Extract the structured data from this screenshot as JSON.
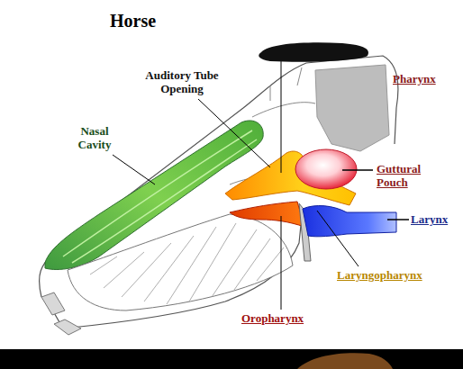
{
  "diagram": {
    "title": "Horse",
    "labels": [
      "Auditory Tube Opening",
      "Nasal Cavity",
      "Pharynx",
      "Guttural Pouch",
      "Larynx",
      "Laryngopharynx",
      "Oropharynx"
    ]
  }
}
